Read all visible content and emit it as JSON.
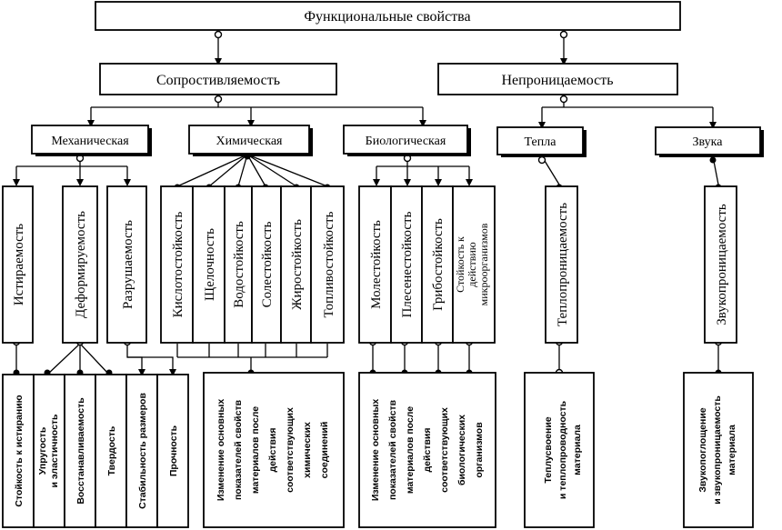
{
  "title": "Функциональные свойства",
  "groups": {
    "resistance": "Сопростивляемость",
    "impermeability": "Непроницаемость"
  },
  "categories": {
    "mechanical": "Механическая",
    "chemical": "Химическая",
    "biological": "Биологическая",
    "heat": "Тепла",
    "sound": "Звука"
  },
  "mechanical_props": {
    "abradability": "Истираемость",
    "deformability": "Деформируемость",
    "destructibility": "Разрушаемость"
  },
  "chemical_props": {
    "acid": "Кислотостойкость",
    "alkali": "Щелочность",
    "water": "Водостойкость",
    "salt": "Солестойкость",
    "fat": "Жиростойкость",
    "fuel": "Топливостойкость"
  },
  "biological_props": {
    "moth": "Молестойкость",
    "mold": "Плесенестойкость",
    "fungus": "Грибостойкость",
    "microorganisms": [
      "Стойкость к",
      "действию",
      "микроорганизмов"
    ]
  },
  "heat_prop": "Теплопроницаемость",
  "sound_prop": "Звукопроницаемость",
  "mechanical_details": {
    "abrasion": "Стойкость к истиранию",
    "elasticity": [
      "Упругость",
      "и эластичность"
    ],
    "recovery": "Восстанавливаемость",
    "hardness": "Твердость",
    "stability": "Стабильность размеров",
    "strength": "Прочность"
  },
  "chemical_details": [
    "Изменение основных",
    "показателей свойств",
    "материалов после",
    "действия",
    "соответствующих",
    "химических",
    "соединений"
  ],
  "biological_details": [
    "Изменение основных",
    "показателей свойств",
    "материалов после",
    "действия",
    "соответствующих",
    "биологических",
    "организмов"
  ],
  "heat_details": [
    "Теплусвоение",
    "и теплопроводность",
    "материала"
  ],
  "sound_details": [
    "Звукопоглощение",
    "и звукопроницаемость",
    "материала"
  ]
}
